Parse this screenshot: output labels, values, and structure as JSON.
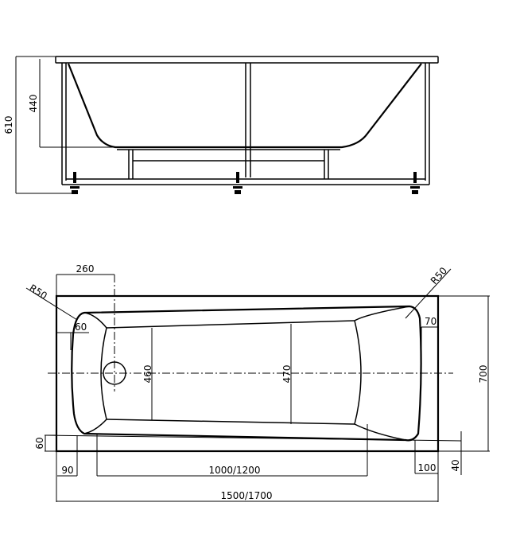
{
  "drawing": {
    "subject": "bathtub dimension drawing",
    "side_view": {
      "dimensions": {
        "total_height": "610",
        "tub_depth": "440"
      }
    },
    "plan_view": {
      "dimensions": {
        "drain_offset": "260",
        "corner_radius_left": "R50",
        "corner_radius_right": "R50",
        "inner_offset_left": "60",
        "inner_offset_right": "70",
        "width_left": "460",
        "width_right": "470",
        "overall_width": "700",
        "rim_bottom_left": "60",
        "rim_left": "90",
        "bottom_length": "1000/1200",
        "rim_right": "100",
        "rim_bottom_right": "40",
        "overall_length": "1500/1700"
      }
    }
  }
}
